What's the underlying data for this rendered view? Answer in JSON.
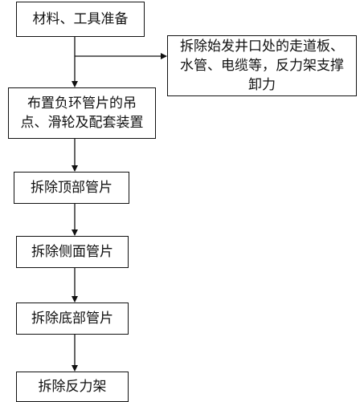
{
  "steps": {
    "s1": "材料、工具准备",
    "s2": "拆除始发井口处的走道板、水管、电缆等，反力架支撑卸力",
    "s3": "布置负环管片的吊点、滑轮及配套装置",
    "s4": "拆除顶部管片",
    "s5": "拆除侧面管片",
    "s6": "拆除底部管片",
    "s7": "拆除反力架"
  }
}
